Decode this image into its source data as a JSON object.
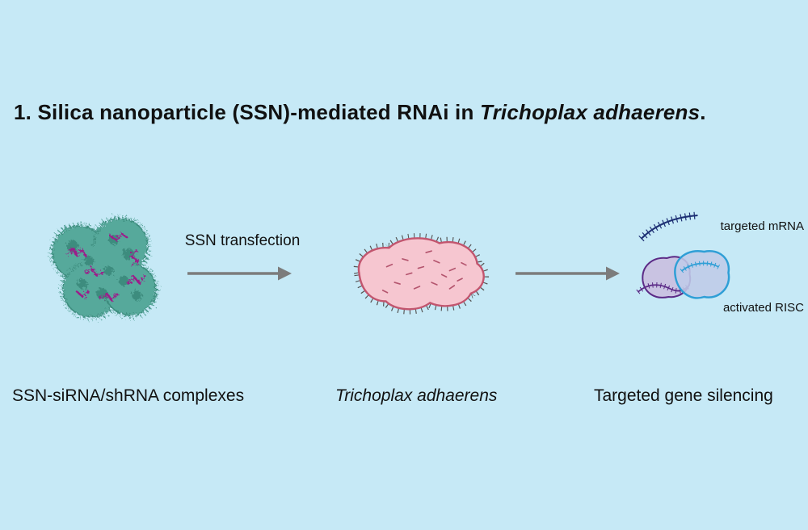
{
  "page": {
    "background": "#c6e9f6",
    "text_color": "#111111"
  },
  "title": {
    "text_before": "1. Silica nanoparticle (SSN)-mediated RNAi in ",
    "species": "Trichoplax adhaerens",
    "text_after": "."
  },
  "pipeline": {
    "arrow_label": "SSN transfection",
    "steps": [
      {
        "label": "SSN-siRNA/shRNA complexes"
      },
      {
        "label": "Trichoplax adhaerens"
      },
      {
        "label": "Targeted gene silencing"
      }
    ]
  },
  "risc_annotations": {
    "mrna": "targeted mRNA",
    "risc": "activated RISC"
  },
  "colors": {
    "arrow_gray": "#7c7c7c",
    "nanoparticle_teal": "#57a99b",
    "nanoparticle_dark_teal": "#2e7a6c",
    "rna_magenta": "#9c1f8a",
    "trichoplax_pink": "#f6c6d0",
    "trichoplax_outline": "#c2556e",
    "cilia_gray": "#555555",
    "mrna_navy": "#1d2f73",
    "risc_blue": "#2f9fd6",
    "risc_purple": "#5b2a86",
    "risc_blob_left_fill": "#c9bfe0",
    "risc_blob_right_fill": "#bfcbe8"
  }
}
